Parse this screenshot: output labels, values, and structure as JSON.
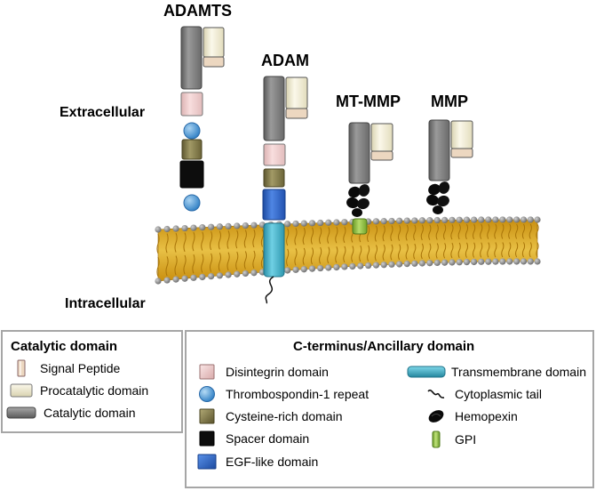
{
  "labels": {
    "extracellular": "Extracellular",
    "intracellular": "Intracellular"
  },
  "proteins": [
    {
      "name": "ADAMTS"
    },
    {
      "name": "ADAM"
    },
    {
      "name": "MT-MMP"
    },
    {
      "name": "MMP"
    }
  ],
  "legend_left": {
    "title": "Catalytic domain",
    "items": [
      {
        "label": "Signal Peptide",
        "icon": "signal-peptide-icon"
      },
      {
        "label": "Procatalytic domain",
        "icon": "procatalytic-domain-icon"
      },
      {
        "label": "Catalytic domain",
        "icon": "catalytic-domain-icon"
      }
    ]
  },
  "legend_right": {
    "title": "C-terminus/Ancillary domain",
    "col1": [
      {
        "label": "Disintegrin domain",
        "icon": "disintegrin-domain-icon"
      },
      {
        "label": "Thrombospondin-1 repeat",
        "icon": "thrombospondin-repeat-icon"
      },
      {
        "label": "Cysteine-rich domain",
        "icon": "cysteine-rich-domain-icon"
      },
      {
        "label": "Spacer domain",
        "icon": "spacer-domain-icon"
      },
      {
        "label": "EGF-like domain",
        "icon": "egf-like-domain-icon"
      }
    ],
    "col2": [
      {
        "label": "Transmembrane domain",
        "icon": "transmembrane-domain-icon"
      },
      {
        "label": "Cytoplasmic tail",
        "icon": "cytoplasmic-tail-icon"
      },
      {
        "label": "Hemopexin",
        "icon": "hemopexin-icon"
      },
      {
        "label": "GPI",
        "icon": "gpi-icon"
      }
    ]
  },
  "colors": {
    "catalytic": "#808080",
    "procatalytic": "#f4f0dc",
    "disintegrin": "#f2d0d0",
    "thrombospondin": "#5ba3dd",
    "cysteine": "#7f7644",
    "spacer": "#111111",
    "egf": "#2a63c7",
    "transmembrane": "#40b0c8",
    "gpi": "#8dbe3c",
    "membrane_fill": "#d8a82a",
    "membrane_heads": "#8a8a8a",
    "legend_border": "#a6a6a6"
  }
}
